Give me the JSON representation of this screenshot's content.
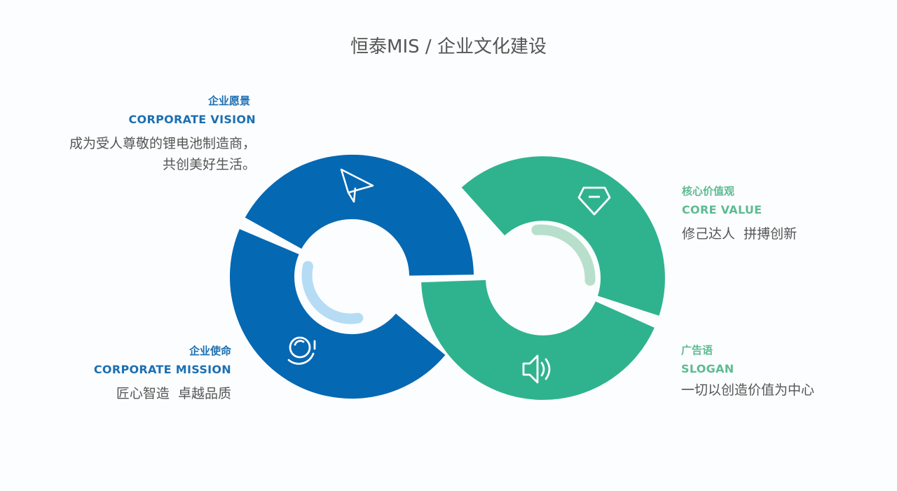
{
  "title": "恒泰MIS / 企业文化建设",
  "colors": {
    "blue": "#0568b3",
    "green": "#2fb38f",
    "light_blue": "#b5dcf4",
    "light_green": "#b7dfcc"
  },
  "vision": {
    "title_cn": "企业愿景",
    "title_en": "CORPORATE VISION",
    "lines": [
      "成为受人尊敬的锂电池制造商，",
      "共创美好生活。"
    ],
    "icon": "paper-plane-icon"
  },
  "mission": {
    "title_cn": "企业使命",
    "title_en": "CORPORATE MISSION",
    "text": "匠心智造  卓越品质",
    "icon": "orbit-circle-icon"
  },
  "core_value": {
    "title_cn": "核心价值观",
    "title_en": "CORE VALUE",
    "text": "修己达人  拼搏创新",
    "icon": "diamond-icon"
  },
  "slogan": {
    "title_cn": "广告语",
    "title_en": "SLOGAN",
    "text": "一切以创造价值为中心",
    "icon": "speaker-icon"
  }
}
